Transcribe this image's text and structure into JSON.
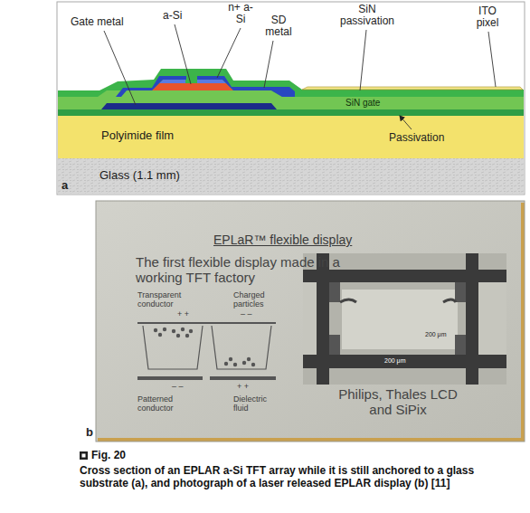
{
  "diagram": {
    "caption": "Cross section of an EPLAR a-Si TFT array while it is still anchored to a glass substrate (a), and photograph of a laser released EPLAR display (b) [11]",
    "nodes": [
      {
        "text": [
          "Polyimide film"
        ]
      },
      {
        "text": [
          "Glass (1.1 mm)"
        ]
      },
      {
        "text": [
          "EPLaR™ flexible display",
          "The first flexible display made in a working TFT factory",
          "Philips, Thales LCD and SiPix"
        ]
      }
    ],
    "labels": [
      "Gate metal",
      "a-Si",
      "n+ a-Si",
      "SD metal",
      "SiN passivation",
      "ITO pixel",
      "SiN gate",
      "Passivation",
      "a",
      "Transparent conductor",
      "Charged particles",
      "+ +",
      "– –",
      "Patterned conductor",
      "Dielectric fluid",
      "– –",
      "+ +",
      "200 μm",
      "200 μm",
      "b",
      "Fig. 20"
    ]
  }
}
